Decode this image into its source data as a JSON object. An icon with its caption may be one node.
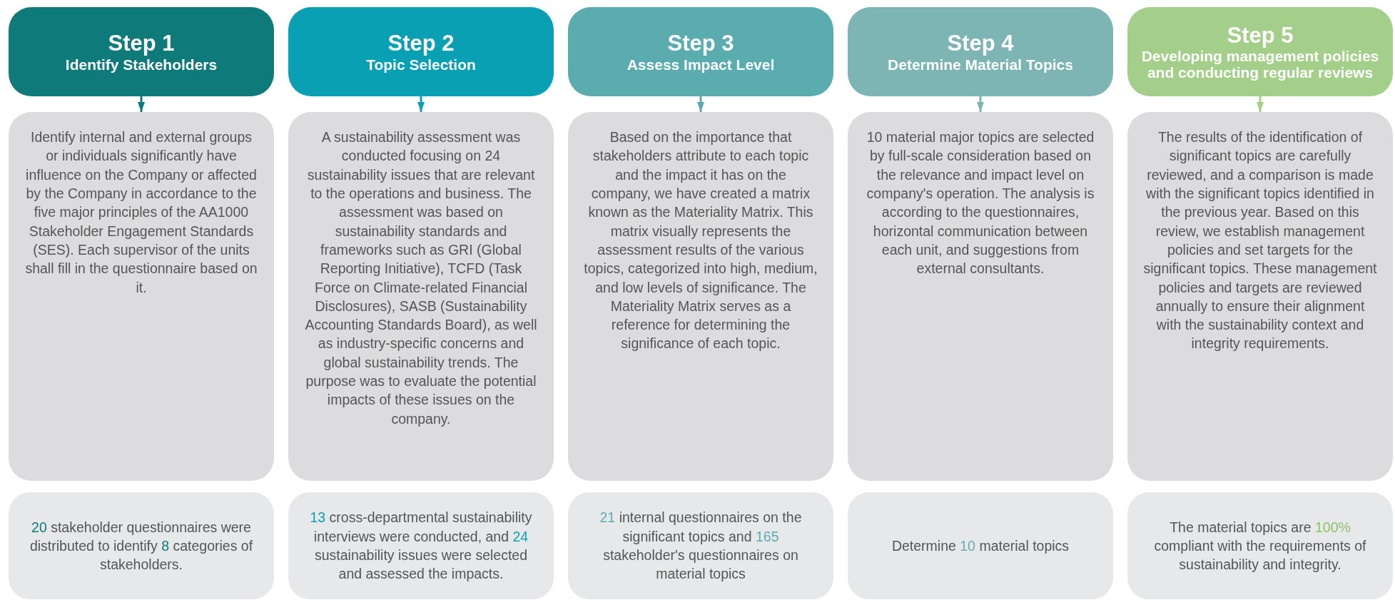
{
  "diagram": {
    "nodes": [
      {
        "text": [
          "Step 1",
          "Identify Stakeholders"
        ]
      },
      {
        "text": [
          "Identify internal and external groups or individuals significantly have influence on the Company or affected by the Company in accordance to the five major principles of the AA1000 Stakeholder Engagement Standards (SES). Each supervisor of the units shall fill in the questionnaire based on it."
        ]
      },
      {
        "text": [
          "20 stakeholder questionnaires were distributed to identify 8 categories of stakeholders."
        ]
      },
      {
        "text": [
          "Step 2",
          "Topic Selection"
        ]
      },
      {
        "text": [
          "A sustainability assessment was conducted focusing on 24 sustainability issues that are relevant to the operations and business. The assessment was based on sustainability standards and frameworks such as GRI (Global Reporting Initiative), TCFD (Task Force on Climate-related Financial Disclosures), SASB (Sustainability Accounting Standards Board), as well as industry-specific concerns and global sustainability trends. The purpose was to evaluate the potential impacts of these issues on the company."
        ]
      },
      {
        "text": [
          "13 cross-departmental sustainability interviews were conducted, and 24 sustainability issues were selected and assessed the impacts."
        ]
      },
      {
        "text": [
          "Step 3",
          "Assess Impact Level"
        ]
      },
      {
        "text": [
          "Based on the importance that stakeholders attribute to each topic and the impact it has on the company, we have created a matrix known as the Materiality Matrix. This matrix visually represents the assessment results of the various topics, categorized into high, medium, and low levels of significance. The Materiality Matrix serves as a reference for determining the significance of each topic."
        ]
      },
      {
        "text": [
          "21 internal questionnaires on the significant topics and 165 stakeholder's questionnaires on material topics"
        ]
      },
      {
        "text": [
          "Step 4",
          "Determine Material Topics"
        ]
      },
      {
        "text": [
          "10 material major topics are selected by full-scale consideration based on the relevance and impact level on company's operation. The analysis is according to the questionnaires, horizontal communication between each unit, and suggestions from external consultants."
        ]
      },
      {
        "text": [
          "Determine 10 material topics"
        ]
      },
      {
        "text": [
          "Step 5",
          "Developing management policies and conducting regular reviews"
        ]
      },
      {
        "text": [
          "The results of the identification of significant topics are carefully reviewed, and a comparison is made with the significant topics identified in the previous year. Based on this review, we establish management policies and set targets for the significant topics. These management policies and targets are reviewed annually to ensure their alignment with the sustainability context and integrity requirements."
        ]
      },
      {
        "text": [
          "The material topics are 100% compliant with the requirements of sustainability and integrity."
        ]
      }
    ],
    "edges": [
      {
        "from": 0,
        "to": 1,
        "arrow": "to",
        "color": "#0e7a7a"
      },
      {
        "from": 3,
        "to": 4,
        "arrow": "to",
        "color": "#0aa0b4"
      },
      {
        "from": 6,
        "to": 7,
        "arrow": "to",
        "color": "#5aacaf"
      },
      {
        "from": 9,
        "to": 10,
        "arrow": "to",
        "color": "#7db5b4"
      },
      {
        "from": 12,
        "to": 13,
        "arrow": "to",
        "color": "#a4cf8a"
      }
    ]
  }
}
